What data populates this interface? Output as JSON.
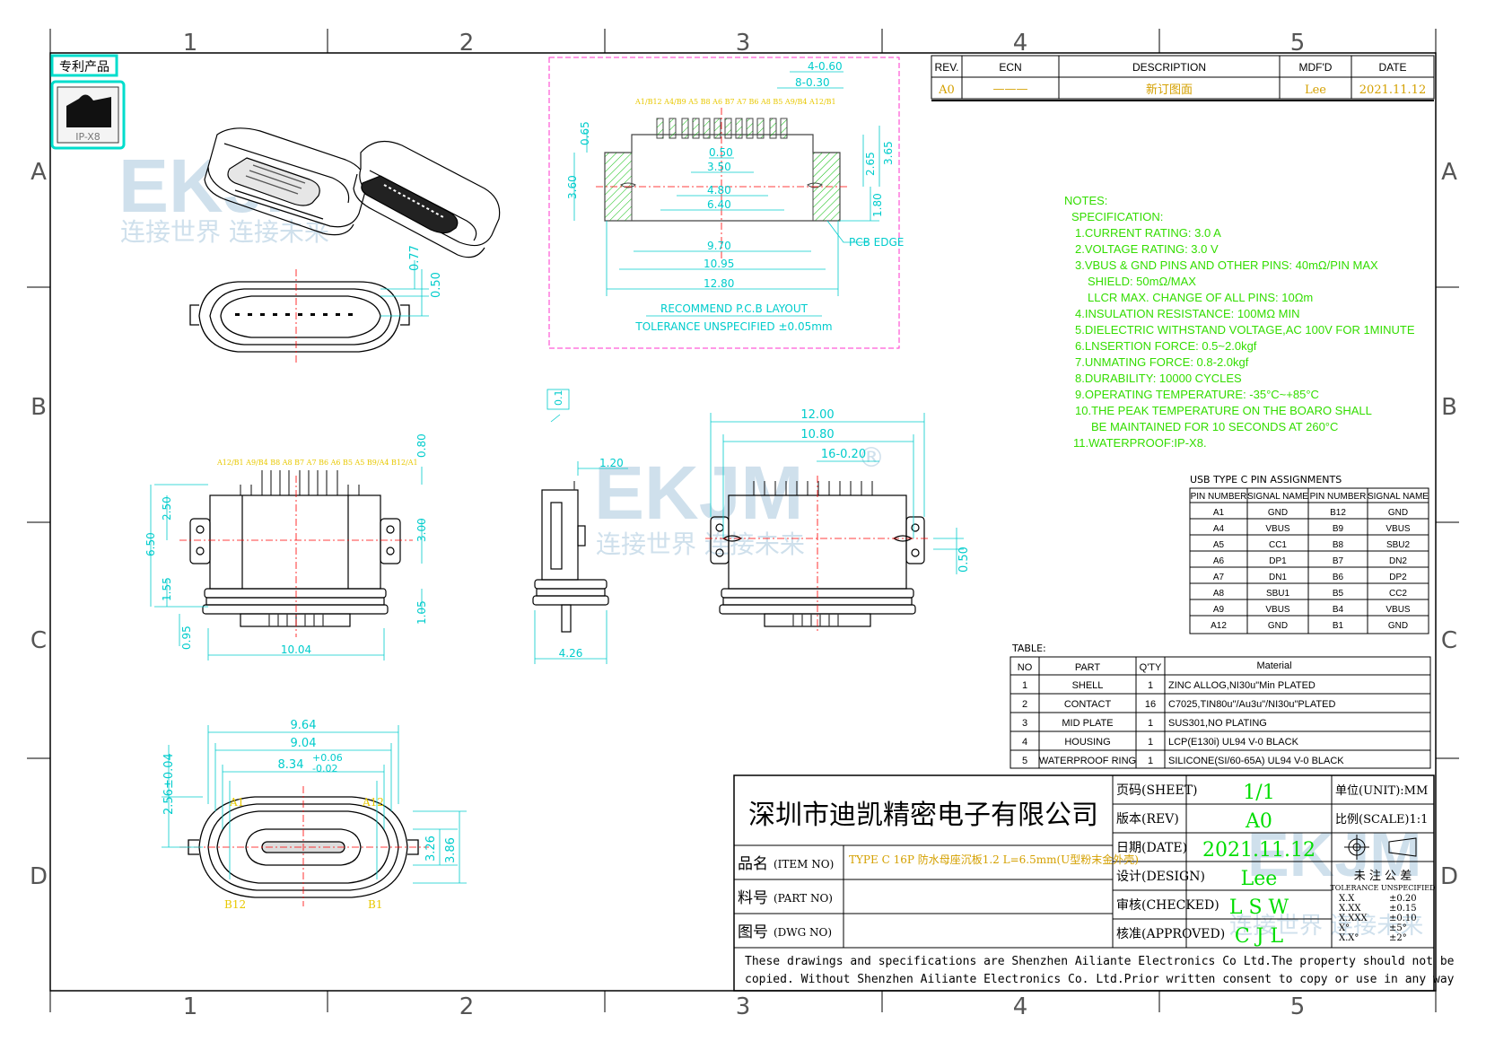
{
  "frame": {
    "columns": [
      "1",
      "2",
      "3",
      "4",
      "5"
    ],
    "rows": [
      "A",
      "B",
      "C",
      "D"
    ]
  },
  "badge": {
    "patent_label": "专利产品",
    "rating": "IP-X8"
  },
  "watermark": {
    "brand": "EKJM",
    "slogan": "连接世界 连接未来",
    "registered": "®"
  },
  "revision_table": {
    "headers": [
      "REV.",
      "ECN",
      "DESCRIPTION",
      "MDF'D",
      "DATE"
    ],
    "row": [
      "A0",
      "———",
      "新订图面",
      "Lee",
      "2021.11.12"
    ]
  },
  "pcb_layout": {
    "pin_labels": "A1/B12 A4/B9 A5 B8 A6 B7 A7 B6 A8 B5 A9/B4 A12/B1",
    "dims": [
      "4-0.60",
      "8-0.30",
      "0.50",
      "3.50",
      "4.80",
      "6.40",
      "9.70",
      "10.95",
      "12.80",
      "0.65",
      "3.60",
      "2.65",
      "3.65",
      "1.80"
    ],
    "edge_label": "PCB EDGE",
    "title": "RECOMMEND P.C.B LAYOUT",
    "tolerance": "TOLERANCE UNSPECIFIED ±0.05mm"
  },
  "front_view": {
    "dims": [
      "0.77",
      "0.50"
    ]
  },
  "top_view": {
    "pin_labels": "A12/B1 A9/B4 B8 A8 B7 A7 B6 A6 B5 A5 B9/A4 B12/A1",
    "dims": [
      "0.80",
      "2.50",
      "6.50",
      "1.55",
      "0.95",
      "3.00",
      "1.05",
      "10.04"
    ]
  },
  "side_view": {
    "dims": [
      "0.1",
      "1.20",
      "4.26"
    ]
  },
  "rear_view": {
    "dims": [
      "12.00",
      "10.80",
      "16-0.20",
      "0.50"
    ]
  },
  "mate_view": {
    "dims": [
      "9.64",
      "9.04",
      "8.34",
      "+0.06",
      "-0.02",
      "2.56±0.04",
      "3.26",
      "3.86"
    ],
    "labels": [
      "A1",
      "A12",
      "B12",
      "B1"
    ]
  },
  "notes": {
    "title": "NOTES:",
    "spec": "SPECIFICATION:",
    "lines": [
      "1.CURRENT RATING: 3.0 A",
      "2.VOLTAGE RATING: 3.0 V",
      "3.VBUS & GND PINS AND OTHER PINS: 40mΩ/PIN MAX",
      "SHIELD: 50mΩ/MAX",
      "LLCR MAX. CHANGE OF ALL PINS: 10Ωm",
      "4.INSULATION RESISTANCE:  100MΩ MIN",
      "5.DIELECTRIC WITHSTAND VOLTAGE,AC 100V FOR 1MINUTE",
      "6.LNSERTION FORCE: 0.5~2.0kgf",
      "7.UNMATING FORCE: 0.8-2.0kgf",
      "8.DURABILITY: 10000 CYCLES",
      "9.OPERATING TEMPERATURE: -35°C~+85°C",
      "10.THE PEAK TEMPERATURE ON THE BOARO SHALL",
      "BE MAINTAINED FOR 10 SECONDS AT 260°C",
      "11.WATERPROOF:IP-X8."
    ]
  },
  "pin_table": {
    "title": "USB TYPE C PIN ASSIGNMENTS",
    "headers": [
      "PIN NUMBER",
      "SIGNAL NAME",
      "PIN NUMBER",
      "SIGNAL NAME"
    ],
    "rows": [
      [
        "A1",
        "GND",
        "B12",
        "GND"
      ],
      [
        "A4",
        "VBUS",
        "B9",
        "VBUS"
      ],
      [
        "A5",
        "CC1",
        "B8",
        "SBU2"
      ],
      [
        "A6",
        "DP1",
        "B7",
        "DN2"
      ],
      [
        "A7",
        "DN1",
        "B6",
        "DP2"
      ],
      [
        "A8",
        "SBU1",
        "B5",
        "CC2"
      ],
      [
        "A9",
        "VBUS",
        "B4",
        "VBUS"
      ],
      [
        "A12",
        "GND",
        "B1",
        "GND"
      ]
    ]
  },
  "material_table": {
    "title": "TABLE:",
    "headers": [
      "NO",
      "PART",
      "Q'TY",
      "Material"
    ],
    "rows": [
      [
        "1",
        "SHELL",
        "1",
        "ZINC ALLOG,NI30u\"Min PLATED"
      ],
      [
        "2",
        "CONTACT",
        "16",
        "C7025,TIN80u\"/Au3u\"/NI30u\"PLATED"
      ],
      [
        "3",
        "MID PLATE",
        "1",
        "SUS301,NO PLATING"
      ],
      [
        "4",
        "HOUSING",
        "1",
        "LCP(E130i) UL94 V-0 BLACK"
      ],
      [
        "5",
        "WATERPROOF RING",
        "1",
        "SILICONE(SI/60-65A) UL94 V-0 BLACK"
      ]
    ]
  },
  "title_block": {
    "company": "深圳市迪凯精密电子有限公司",
    "item_label": "品名",
    "item_label_en": "(ITEM NO)",
    "item_value": "TYPE C 16P 防水母座沉板1.2 L=6.5mm(U型粉末金外壳)",
    "part_label": "料号",
    "part_label_en": "(PART NO)",
    "dwg_label": "图号",
    "dwg_label_en": "(DWG NO)",
    "sheet_label": "页码(SHEET)",
    "sheet_value": "1/1",
    "rev_label": "版本(REV)",
    "rev_value": "A0",
    "date_label": "日期(DATE)",
    "date_value": "2021.11.12",
    "design_label": "设计(DESIGN)",
    "design_value": "Lee",
    "checked_label": "审核(CHECKED)",
    "checked_value": "L S W",
    "approved_label": "核准(APPROVED)",
    "approved_value": "C J L",
    "unit_label": "单位(UNIT):MM",
    "scale_label": "比例(SCALE)1:1",
    "tol_title": "未 注 公 差",
    "tol_sub": "TOLERANCE UNSPECIFIED",
    "tolerances": [
      [
        "X.X",
        "±0.20"
      ],
      [
        "X.XX",
        "±0.15"
      ],
      [
        "X.XXX",
        "±0.10"
      ],
      [
        "X°",
        "±5°"
      ],
      [
        "X.X°",
        "±2°"
      ]
    ],
    "disclaimer1": "These drawings and specifications are Shenzhen Ailiante Electronics Co Ltd.The property should not be",
    "disclaimer2": "copied. Without Shenzhen Ailiante Electronics Co. Ltd.Prior written consent to copy or use in any way"
  },
  "colors": {
    "line": "#000000",
    "dimension": "#00cccc",
    "notes": "#33dd00",
    "pcb_border": "#ff33cc",
    "pin_label": "#e8c800",
    "pin_label_b": "#ff0000",
    "title_value": "#00dd00",
    "rev_value": "#d4a000",
    "badge_border": "#00ddcc"
  }
}
